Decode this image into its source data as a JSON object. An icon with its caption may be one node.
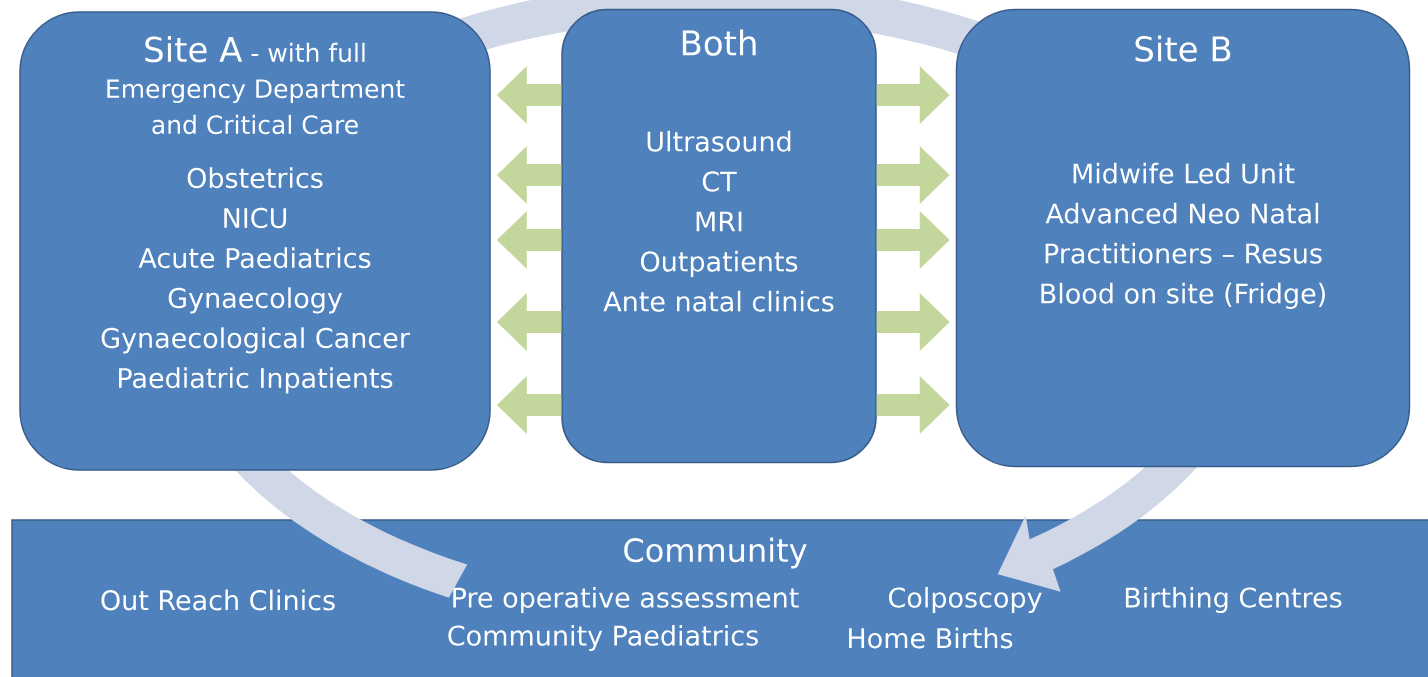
{
  "diagram": {
    "nodes": [
      {
        "text": [
          "Site A",
          "- with full Emergency Department and Critical Care",
          "Obstetrics",
          "NICU",
          "Acute Paediatrics",
          "Gynaecology",
          "Gynaecological Cancer",
          "Paediatric Inpatients"
        ]
      },
      {
        "text": [
          "Both",
          "Ultrasound",
          "CT",
          "MRI",
          "Outpatients",
          "Ante natal clinics"
        ]
      },
      {
        "text": [
          "Site B",
          "Midwife Led Unit",
          "Advanced Neo Natal Practitioners – Resus",
          "Blood on site (Fridge)"
        ]
      },
      {
        "text": [
          "Community",
          "Out Reach Clinics",
          "Pre operative assessment",
          "Colposcopy",
          "Birthing Centres",
          "Community Paediatrics",
          "Home Births"
        ]
      }
    ],
    "edges": [
      {
        "from": 1,
        "to": 0,
        "arrow": "to"
      },
      {
        "from": 1,
        "to": 0,
        "arrow": "to"
      },
      {
        "from": 1,
        "to": 0,
        "arrow": "to"
      },
      {
        "from": 1,
        "to": 0,
        "arrow": "to"
      },
      {
        "from": 1,
        "to": 0,
        "arrow": "to"
      },
      {
        "from": 1,
        "to": 2,
        "arrow": "to"
      },
      {
        "from": 1,
        "to": 2,
        "arrow": "to"
      },
      {
        "from": 1,
        "to": 2,
        "arrow": "to"
      },
      {
        "from": 1,
        "to": 2,
        "arrow": "to"
      },
      {
        "from": 1,
        "to": 2,
        "arrow": "to"
      }
    ]
  }
}
